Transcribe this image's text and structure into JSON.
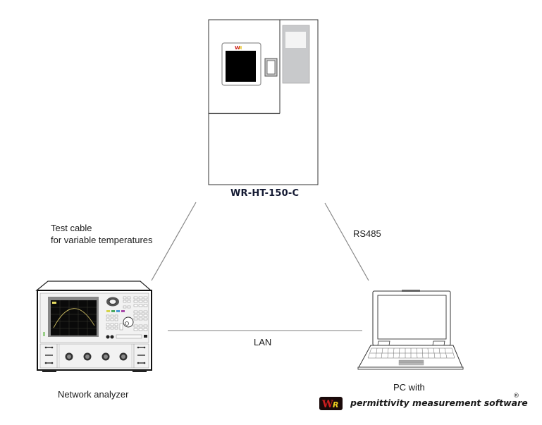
{
  "diagram": {
    "chamber": {
      "model": "WR-HT-150-C",
      "logo_text": "WR",
      "logo_colors": {
        "W": "#cc2222",
        "R": "#e6c020"
      }
    },
    "network_analyzer": {
      "label": "Network analyzer"
    },
    "pc": {
      "label_line1": "PC with",
      "software_name": "permittivity measurement software",
      "registered_mark": "®",
      "logo_text_w": "W",
      "logo_text_r": "R",
      "logo_colors": {
        "background": "#1a0a0a",
        "W": "#cc1f1f",
        "R": "#f0d020"
      }
    },
    "connections": [
      {
        "id": "chamber-to-analyzer",
        "label_line1": "Test cable",
        "label_line2": "for variable temperatures"
      },
      {
        "id": "chamber-to-pc",
        "label": "RS485"
      },
      {
        "id": "analyzer-to-pc",
        "label": "LAN"
      }
    ]
  }
}
